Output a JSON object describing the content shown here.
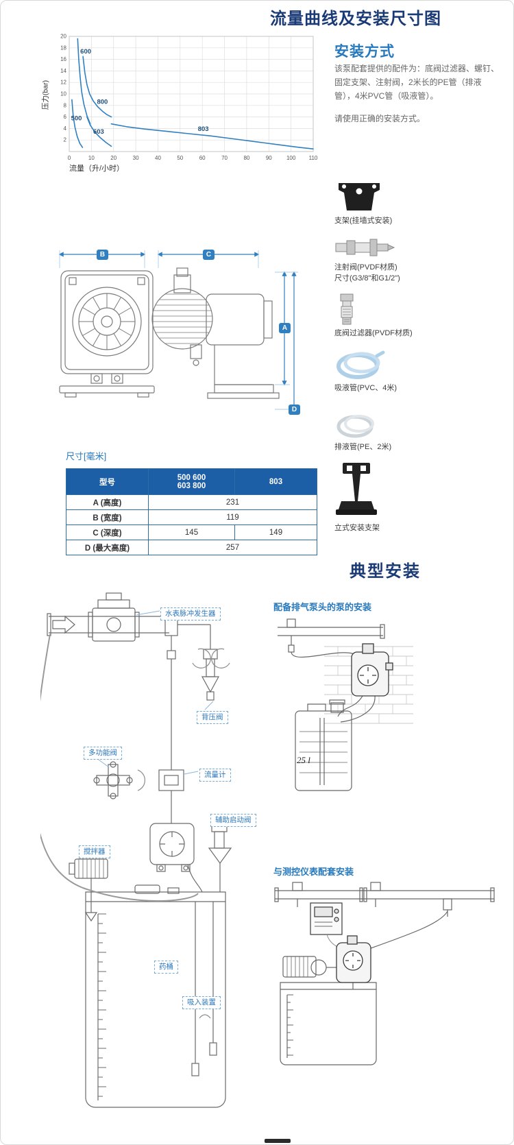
{
  "page": {
    "title": "流量曲线及安装尺寸图"
  },
  "chart": {
    "ylabel": "压力(bar)",
    "xlabel": "流量（升/小时）"
  },
  "chart_data": {
    "type": "line",
    "title": "",
    "xlabel": "流量（升/小时）",
    "ylabel": "压力(bar)",
    "xlim": [
      0,
      110
    ],
    "ylim": [
      0,
      20
    ],
    "xticks": [
      0,
      10,
      20,
      30,
      40,
      50,
      60,
      70,
      80,
      90,
      100,
      110
    ],
    "yticks": [
      2,
      4,
      6,
      8,
      10,
      12,
      14,
      16,
      18,
      20
    ],
    "grid": true,
    "legend": "inline-labels",
    "line_color": "#2f7fc1",
    "series": [
      {
        "name": "500",
        "label_at": [
          0.8,
          5.4
        ],
        "points": [
          [
            1.2,
            9
          ],
          [
            1.8,
            6.2
          ],
          [
            2.6,
            4.2
          ],
          [
            3.6,
            2.6
          ],
          [
            4.8,
            1.4
          ],
          [
            6,
            0.7
          ]
        ]
      },
      {
        "name": "600",
        "label_at": [
          5,
          17
        ],
        "points": [
          [
            3.8,
            19.6
          ],
          [
            4.3,
            16
          ],
          [
            4.9,
            13
          ],
          [
            5.6,
            10.4
          ],
          [
            6.6,
            8.2
          ],
          [
            8,
            6.2
          ],
          [
            9.5,
            4.8
          ]
        ]
      },
      {
        "name": "603",
        "label_at": [
          10.8,
          3.1
        ],
        "points": [
          [
            8,
            6
          ],
          [
            9.5,
            4.6
          ],
          [
            11.5,
            3.4
          ],
          [
            14,
            2.4
          ],
          [
            16.5,
            1.6
          ],
          [
            19,
            0.9
          ]
        ]
      },
      {
        "name": "800",
        "label_at": [
          12.5,
          8.3
        ],
        "points": [
          [
            6.2,
            16.5
          ],
          [
            7,
            13.8
          ],
          [
            8,
            11.6
          ],
          [
            9.2,
            10
          ],
          [
            10.8,
            8.8
          ],
          [
            12.8,
            7.8
          ],
          [
            15,
            7
          ],
          [
            17,
            6.4
          ],
          [
            19,
            6
          ]
        ]
      },
      {
        "name": "803",
        "label_at": [
          58,
          3.6
        ],
        "points": [
          [
            19,
            4.8
          ],
          [
            26,
            4.3
          ],
          [
            34,
            3.9
          ],
          [
            44,
            3.5
          ],
          [
            54,
            3.1
          ],
          [
            64,
            2.7
          ],
          [
            74,
            2.2
          ],
          [
            84,
            1.7
          ],
          [
            94,
            1.2
          ],
          [
            104,
            0.7
          ],
          [
            110,
            0.45
          ]
        ]
      }
    ]
  },
  "install": {
    "heading": "安装方式",
    "para1": "该泵配套提供的配件为：底阀过滤器、螺钉、固定支架、注射阀，2米长的PE管（排液管），4米PVC管（吸液管）。",
    "para2": "请使用正确的安装方式。",
    "accessories": [
      {
        "icon": "wall-bracket",
        "label": "支架(挂墙式安装)"
      },
      {
        "icon": "injection-valve",
        "label": "注射阀(PVDF材质)\n尺寸(G3/8\"和G1/2\")"
      },
      {
        "icon": "foot-valve-filter",
        "label": "底阀过滤器(PVDF材质)"
      },
      {
        "icon": "suction-tube",
        "label": "吸液管(PVC、4米)"
      },
      {
        "icon": "discharge-tube",
        "label": "排液管(PE、2米)"
      },
      {
        "icon": "floor-stand",
        "label": "立式安装支架"
      }
    ]
  },
  "dimensions": {
    "caption": "尺寸[毫米]",
    "col_model": "型号",
    "col_group1_line1": "500 600",
    "col_group1_line2": "603 800",
    "col_group2": "803",
    "rows": [
      {
        "name": "A (高度)",
        "v1": "231"
      },
      {
        "name": "B (宽度)",
        "v1": "119"
      },
      {
        "name": "C (深度)",
        "v1": "145",
        "v2": "149"
      },
      {
        "name": "D (最大高度)",
        "v1": "257"
      }
    ],
    "markers": {
      "a": "A",
      "b": "B",
      "c": "C",
      "d": "D"
    }
  },
  "typical": {
    "heading": "典型安装",
    "labels": {
      "pulse": "水表脉冲发生器",
      "backpressure": "背压阀",
      "multifunction": "多功能阀",
      "flowmeter": "流量计",
      "auxstart": "辅助启动阀",
      "mixer": "搅拌器",
      "tank": "药桶",
      "suction": "吸入装置"
    },
    "degas": {
      "heading": "配备排气泵头的泵的安装",
      "tank_label": "25 l"
    },
    "instrument": {
      "heading": "与测控仪表配套安装"
    }
  }
}
